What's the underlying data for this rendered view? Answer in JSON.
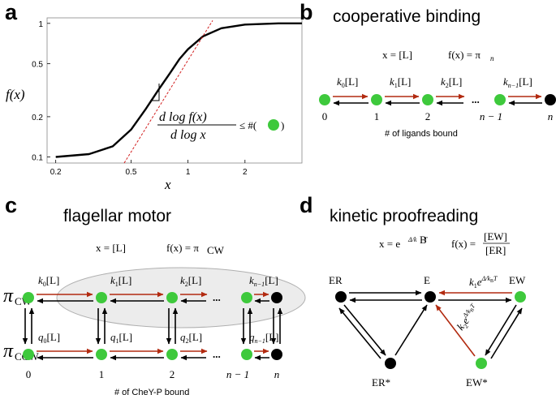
{
  "colors": {
    "green": "#3ec93c",
    "red": "#b22a10",
    "black": "#000000",
    "ellipse_fill": "#ececec",
    "ellipse_stroke": "#b0b0b0",
    "dash_red": "#d21e1e"
  },
  "panel_a": {
    "letter": "a",
    "y_label": "f(x)",
    "x_label": "x",
    "x_ticks": [
      "0.2",
      "0.5",
      "1",
      "2"
    ],
    "y_ticks": [
      "0.1",
      "0.2",
      "0.5",
      "1"
    ],
    "formula_numerator": "d log f(x)",
    "formula_denominator": "d log x",
    "formula_rhs_left": "≤ #(",
    "formula_rhs_right": ")"
  },
  "panel_b": {
    "letter": "b",
    "title": "cooperative binding",
    "eq_x": "x = [L]",
    "eq_f": "f(x) = π",
    "eq_f_sub": "n",
    "rate_k0": "k",
    "rate_k0_sub": "0",
    "rate_k1_sub": "1",
    "rate_k2_sub": "2",
    "rate_kn_sub": "n−1",
    "rate_suffix": "[L]",
    "dots": "...",
    "state_labels": [
      "0",
      "1",
      "2",
      "n − 1",
      "n"
    ],
    "caption": "# of ligands bound"
  },
  "panel_c": {
    "letter": "c",
    "title": "flagellar motor",
    "eq_x": "x = [L]",
    "eq_f": "f(x) = π",
    "eq_f_sub": "CW",
    "pi": "π",
    "pi_cw_sub": "CW",
    "pi_ccw_sub": "CCW",
    "k": "k",
    "q": "q",
    "rate_subs": [
      "0",
      "1",
      "2",
      "n−1"
    ],
    "rate_suffix": "[L]",
    "dots": "...",
    "state_labels": [
      "0",
      "1",
      "2",
      "n − 1",
      "n"
    ],
    "caption": "# of CheY-P bound"
  },
  "panel_d": {
    "letter": "d",
    "title": "kinetic proofreading",
    "eq_x_left": "x = e",
    "eq_x_exp": "Δ/k",
    "eq_x_exp_sub": "B",
    "eq_x_exp_T": "T",
    "eq_f_left": "f(x) =",
    "eq_f_num": "[EW]",
    "eq_f_den": "[ER]",
    "nodes": {
      "ER": "ER",
      "E": "E",
      "EW": "EW",
      "ERstar": "ER*",
      "EWstar": "EW*"
    },
    "rate1": "k",
    "rate1_sub": "1",
    "rate2_sub": "2",
    "rate_e": "e",
    "rate_exp": "Δ/k",
    "rate_exp_sub": "B",
    "rate_exp_T": "T"
  },
  "chart_data": {
    "type": "line",
    "title": "",
    "xlabel": "x",
    "ylabel": "f(x)",
    "xscale": "log",
    "yscale": "log",
    "xlim": [
      0.18,
      4.0
    ],
    "ylim": [
      0.09,
      1.1
    ],
    "x_ticks": [
      0.2,
      0.5,
      1,
      2
    ],
    "y_ticks": [
      0.1,
      0.2,
      0.5,
      1
    ],
    "series": [
      {
        "style": "solid-black",
        "x": [
          0.2,
          0.3,
          0.4,
          0.5,
          0.6,
          0.7,
          0.8,
          0.9,
          1.0,
          1.2,
          1.5,
          2.0,
          3.0,
          4.0
        ],
        "y": [
          0.1,
          0.105,
          0.12,
          0.16,
          0.23,
          0.32,
          0.42,
          0.54,
          0.64,
          0.8,
          0.92,
          0.98,
          1.0,
          1.0
        ]
      },
      {
        "style": "dashed-red",
        "x": [
          0.46,
          1.35
        ],
        "y": [
          0.09,
          1.05
        ]
      }
    ]
  }
}
